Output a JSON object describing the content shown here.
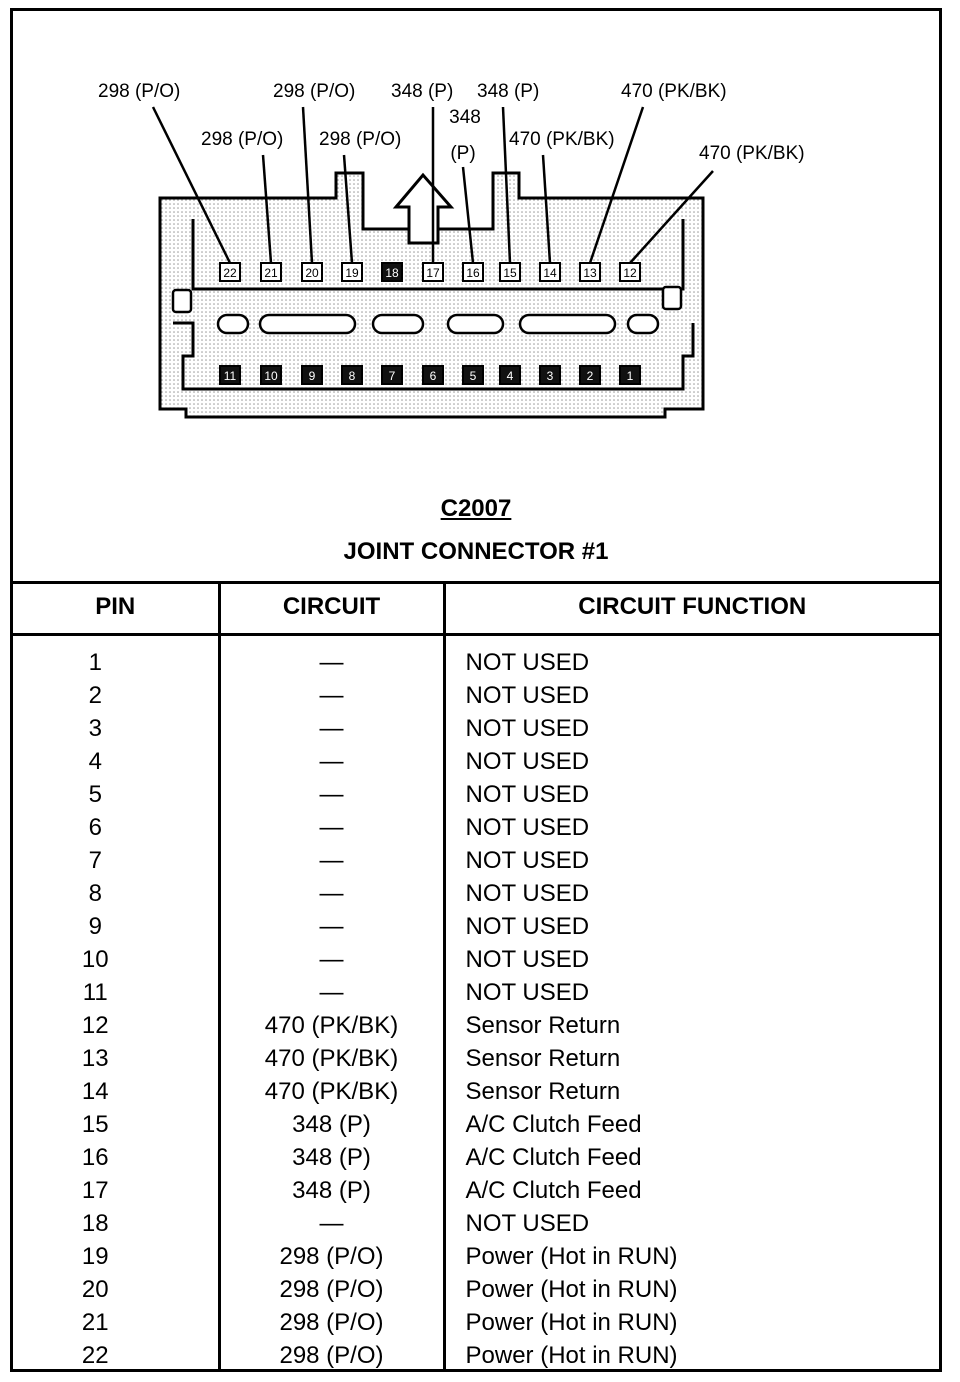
{
  "connector": {
    "id": "C2007",
    "name": "JOINT CONNECTOR #1",
    "wire_labels": [
      {
        "pin": 22,
        "text": "298 (P/O)"
      },
      {
        "pin": 21,
        "text": "298 (P/O)"
      },
      {
        "pin": 20,
        "text": "298 (P/O)"
      },
      {
        "pin": 19,
        "text": "298 (P/O)"
      },
      {
        "pin": 17,
        "text": "348 (P)"
      },
      {
        "pin": 16,
        "text_line1": "348",
        "text_line2": "(P)"
      },
      {
        "pin": 15,
        "text": "348 (P)"
      },
      {
        "pin": 14,
        "text": "470 (PK/BK)"
      },
      {
        "pin": 13,
        "text": "470 (PK/BK)"
      },
      {
        "pin": 12,
        "text": "470 (PK/BK)"
      }
    ],
    "top_row": [
      {
        "num": "22",
        "used": true
      },
      {
        "num": "21",
        "used": true
      },
      {
        "num": "20",
        "used": true
      },
      {
        "num": "19",
        "used": true
      },
      {
        "num": "18",
        "used": false
      },
      {
        "num": "17",
        "used": true
      },
      {
        "num": "16",
        "used": true
      },
      {
        "num": "15",
        "used": true
      },
      {
        "num": "14",
        "used": true
      },
      {
        "num": "13",
        "used": true
      },
      {
        "num": "12",
        "used": true
      }
    ],
    "bottom_row": [
      {
        "num": "11",
        "used": false
      },
      {
        "num": "10",
        "used": false
      },
      {
        "num": "9",
        "used": false
      },
      {
        "num": "8",
        "used": false
      },
      {
        "num": "7",
        "used": false
      },
      {
        "num": "6",
        "used": false
      },
      {
        "num": "5",
        "used": false
      },
      {
        "num": "4",
        "used": false
      },
      {
        "num": "3",
        "used": false
      },
      {
        "num": "2",
        "used": false
      },
      {
        "num": "1",
        "used": false
      }
    ]
  },
  "table": {
    "headers": {
      "pin": "PIN",
      "circuit": "CIRCUIT",
      "function": "CIRCUIT FUNCTION"
    },
    "rows": [
      {
        "pin": "1",
        "circuit": "—",
        "function": "NOT USED"
      },
      {
        "pin": "2",
        "circuit": "—",
        "function": "NOT USED"
      },
      {
        "pin": "3",
        "circuit": "—",
        "function": "NOT USED"
      },
      {
        "pin": "4",
        "circuit": "—",
        "function": "NOT USED"
      },
      {
        "pin": "5",
        "circuit": "—",
        "function": "NOT USED"
      },
      {
        "pin": "6",
        "circuit": "—",
        "function": "NOT USED"
      },
      {
        "pin": "7",
        "circuit": "—",
        "function": "NOT USED"
      },
      {
        "pin": "8",
        "circuit": "—",
        "function": "NOT USED"
      },
      {
        "pin": "9",
        "circuit": "—",
        "function": "NOT USED"
      },
      {
        "pin": "10",
        "circuit": "—",
        "function": "NOT USED"
      },
      {
        "pin": "11",
        "circuit": "—",
        "function": "NOT USED"
      },
      {
        "pin": "12",
        "circuit": "470 (PK/BK)",
        "function": "Sensor Return"
      },
      {
        "pin": "13",
        "circuit": "470 (PK/BK)",
        "function": "Sensor Return"
      },
      {
        "pin": "14",
        "circuit": "470 (PK/BK)",
        "function": "Sensor Return"
      },
      {
        "pin": "15",
        "circuit": "348 (P)",
        "function": "A/C Clutch Feed"
      },
      {
        "pin": "16",
        "circuit": "348 (P)",
        "function": "A/C Clutch Feed"
      },
      {
        "pin": "17",
        "circuit": "348 (P)",
        "function": "A/C Clutch Feed"
      },
      {
        "pin": "18",
        "circuit": "—",
        "function": "NOT USED"
      },
      {
        "pin": "19",
        "circuit": "298 (P/O)",
        "function": "Power (Hot in RUN)"
      },
      {
        "pin": "20",
        "circuit": "298 (P/O)",
        "function": "Power (Hot in RUN)"
      },
      {
        "pin": "21",
        "circuit": "298 (P/O)",
        "function": "Power (Hot in RUN)"
      },
      {
        "pin": "22",
        "circuit": "298 (P/O)",
        "function": "Power (Hot in RUN)"
      }
    ]
  }
}
